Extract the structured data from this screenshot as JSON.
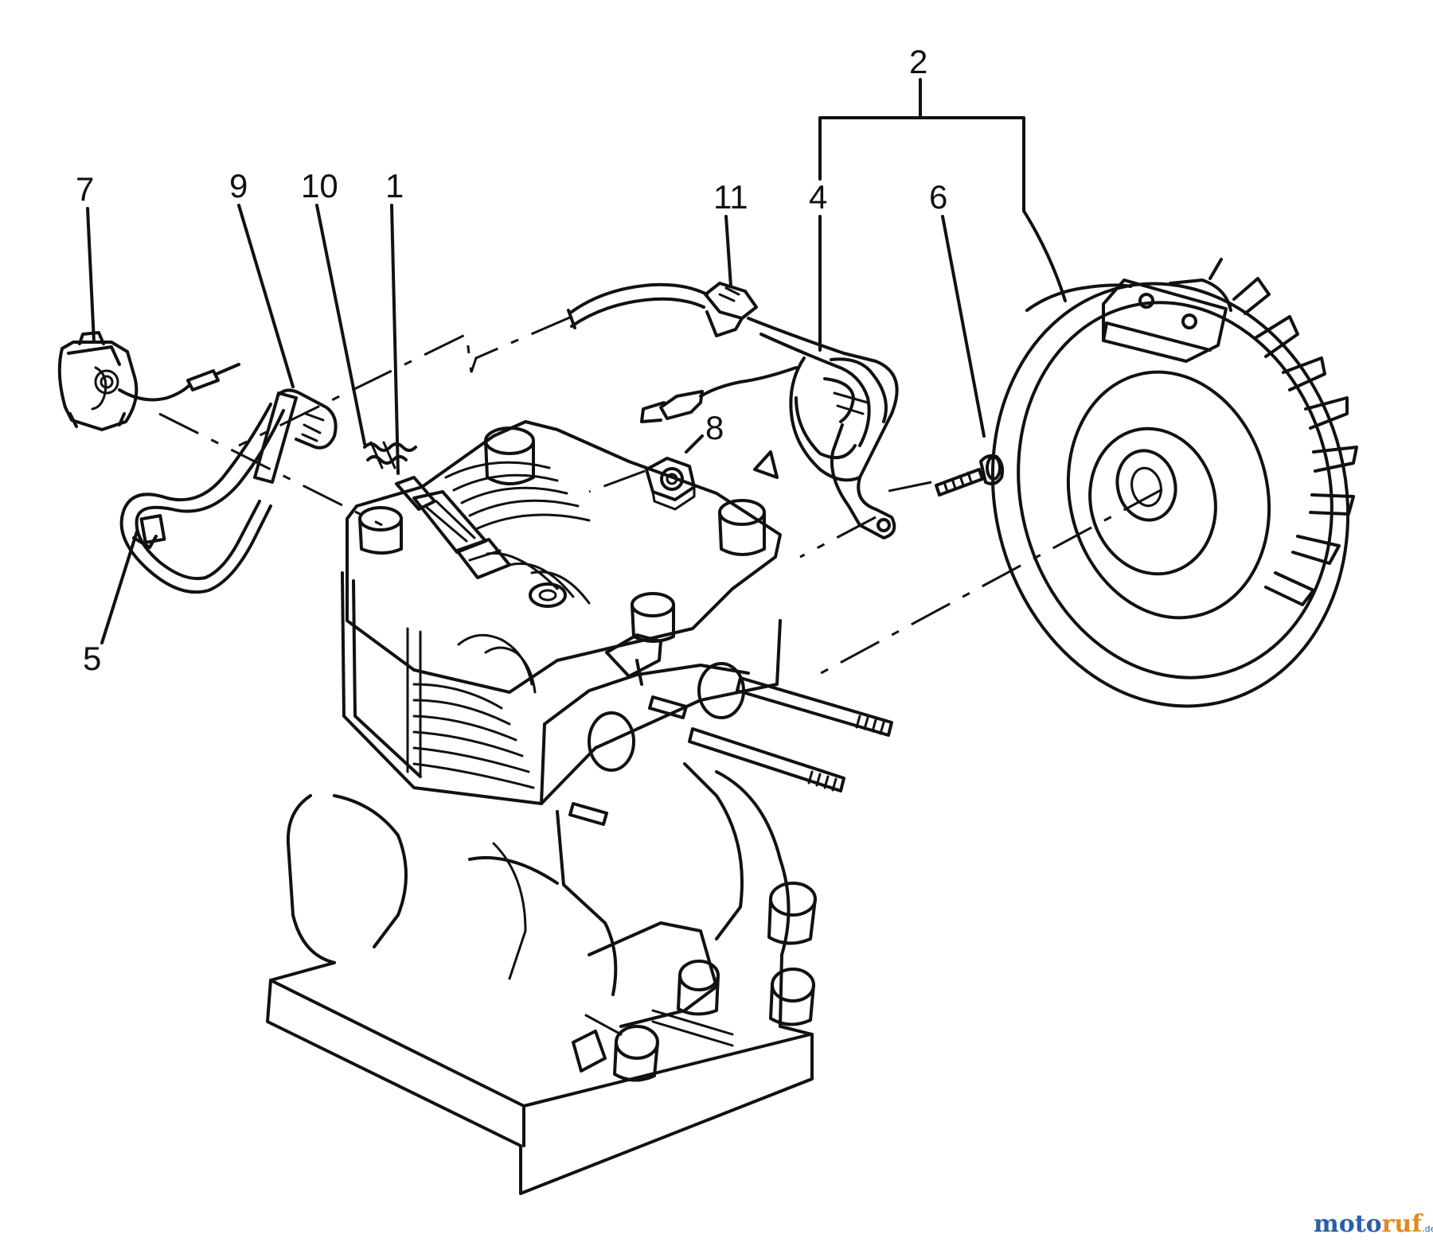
{
  "callouts": {
    "c1": "1",
    "c2": "2",
    "c4": "4",
    "c5": "5",
    "c6": "6",
    "c7": "7",
    "c8": "8",
    "c9": "9",
    "c10": "10",
    "c11": "11"
  },
  "watermark": {
    "part_a": "moto",
    "part_b": "ruf",
    "suffix": ".de"
  },
  "colors": {
    "line": "#111111",
    "watermark_blue": "#2a5fa8",
    "watermark_orange": "#e08a1e"
  }
}
